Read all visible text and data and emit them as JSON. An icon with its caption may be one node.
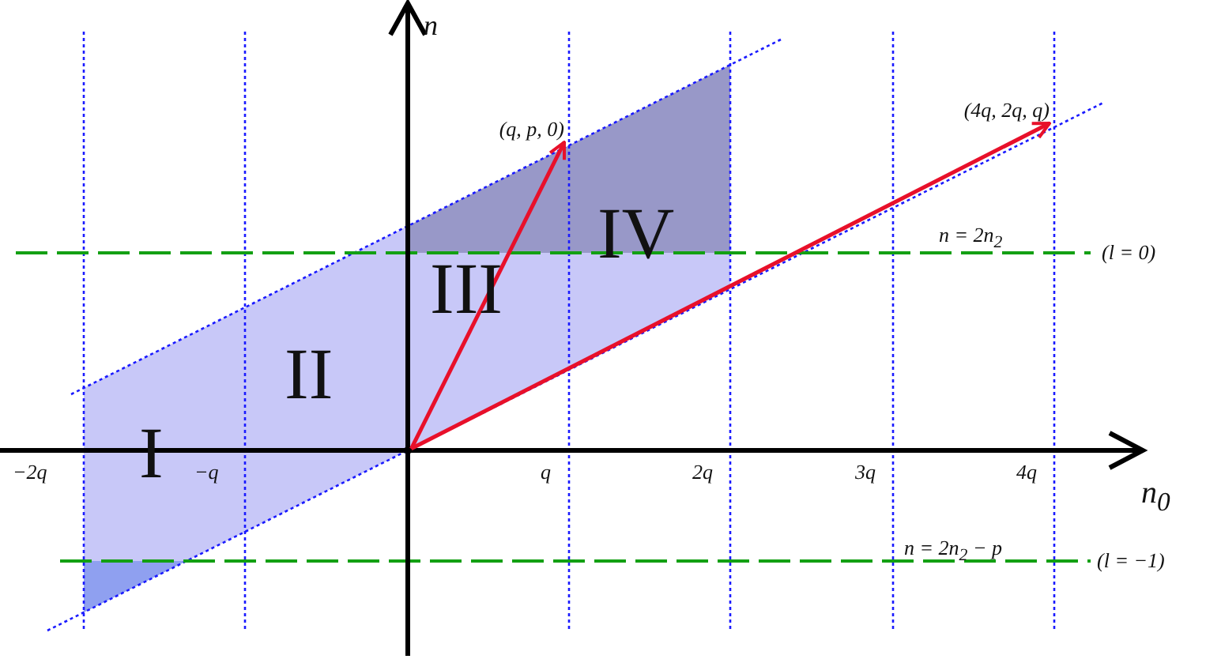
{
  "diagram": {
    "nodes": [
      {
        "text": [
          "I"
        ]
      },
      {
        "text": [
          "II"
        ]
      },
      {
        "text": [
          "III"
        ]
      },
      {
        "text": [
          "IV"
        ]
      },
      {
        "text": [
          "(q, p, 0)"
        ]
      },
      {
        "text": [
          "(4q, 2q, q)"
        ]
      },
      {
        "text": [],
        "shape": "circle"
      }
    ],
    "edges": [
      {
        "from": 6,
        "to": 4,
        "arrow": "to"
      },
      {
        "from": 6,
        "to": 5,
        "arrow": "to"
      }
    ],
    "labels": [
      "n",
      "n$_{0}$",
      "−2q",
      "−q",
      "q",
      "2q",
      "3q",
      "4q",
      "n = 2n$_{2}$",
      "(l = 0)",
      "n = 2n$_{2}$ − p",
      "(l = −1)"
    ]
  }
}
